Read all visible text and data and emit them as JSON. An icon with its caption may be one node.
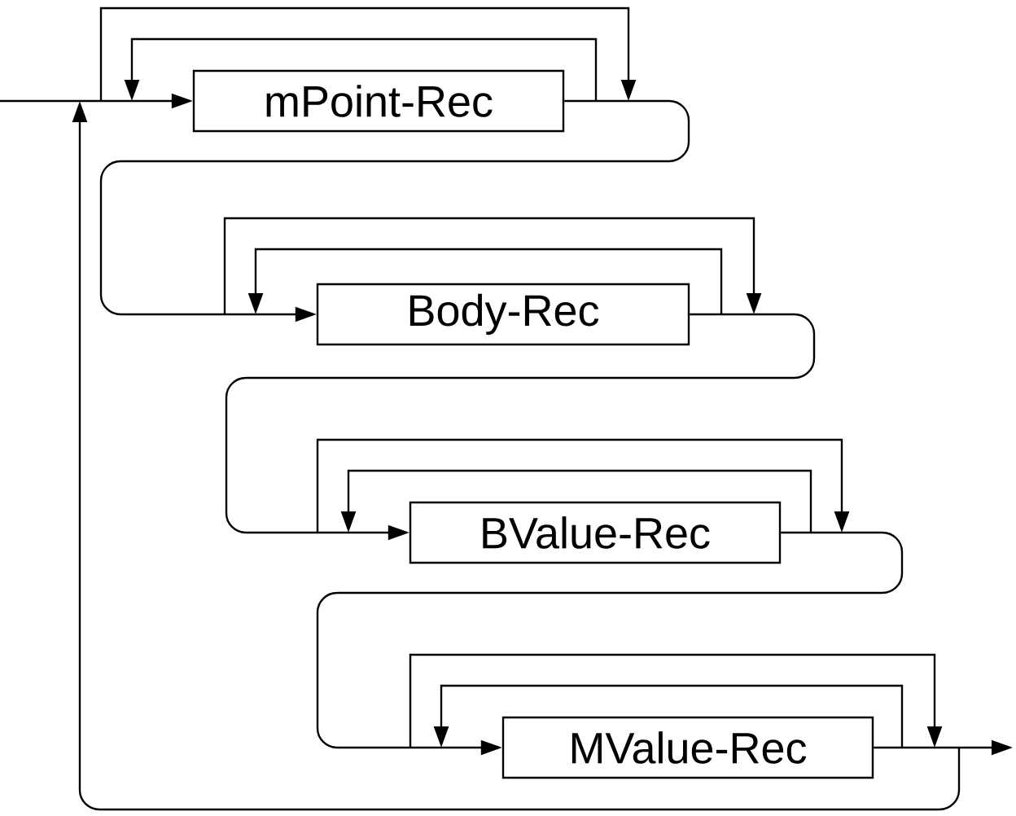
{
  "diagram": {
    "nodes": [
      {
        "text": [
          "mPoint-Rec"
        ]
      },
      {
        "text": [
          "Body-Rec"
        ]
      },
      {
        "text": [
          "BValue-Rec"
        ]
      },
      {
        "text": [
          "MValue-Rec"
        ]
      }
    ],
    "edges": [
      {
        "from": null,
        "to": 0,
        "arrow": "to"
      },
      {
        "from": 0,
        "to": 0,
        "arrow": "to"
      },
      {
        "from": 0,
        "to": 1,
        "arrow": "to"
      },
      {
        "from": 1,
        "to": 1,
        "arrow": "to"
      },
      {
        "from": 1,
        "to": 2,
        "arrow": "to"
      },
      {
        "from": 2,
        "to": 2,
        "arrow": "to"
      },
      {
        "from": 2,
        "to": 3,
        "arrow": "to"
      },
      {
        "from": 3,
        "to": 3,
        "arrow": "to"
      },
      {
        "from": 3,
        "to": null,
        "arrow": "to"
      },
      {
        "from": 3,
        "to": 0,
        "arrow": "to"
      }
    ]
  }
}
